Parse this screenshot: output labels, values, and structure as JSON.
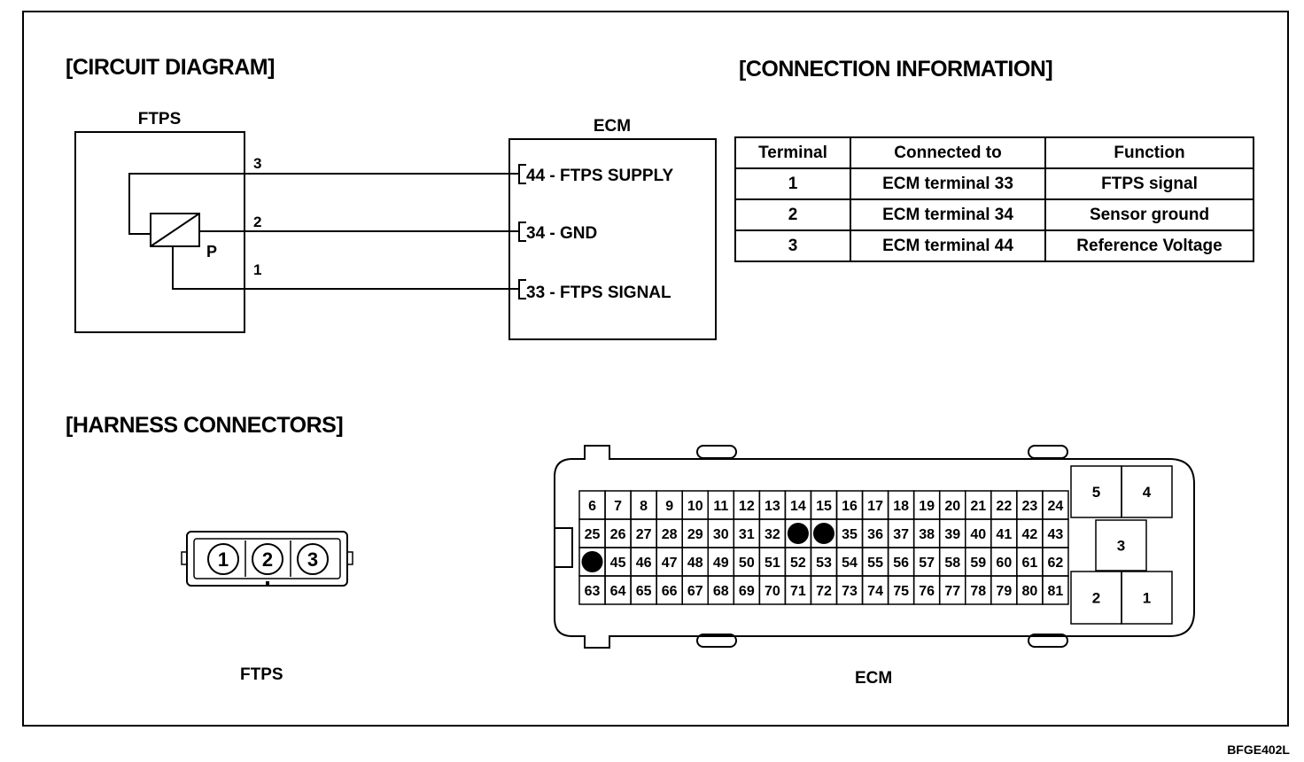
{
  "headings": {
    "circuit": "[CIRCUIT DIAGRAM]",
    "connection": "[CONNECTION INFORMATION]",
    "harness": "[HARNESS CONNECTORS]"
  },
  "circuit": {
    "ftps_label": "FTPS",
    "ecm_label": "ECM",
    "sensor_p": "P",
    "wires": [
      {
        "pin": "3",
        "ecm_text": "44 - FTPS SUPPLY"
      },
      {
        "pin": "2",
        "ecm_text": "34 - GND"
      },
      {
        "pin": "1",
        "ecm_text": "33 - FTPS SIGNAL"
      }
    ]
  },
  "table": {
    "headers": [
      "Terminal",
      "Connected to",
      "Function"
    ],
    "rows": [
      [
        "1",
        "ECM terminal 33",
        "FTPS signal"
      ],
      [
        "2",
        "ECM terminal 34",
        "Sensor ground"
      ],
      [
        "3",
        "ECM terminal 44",
        "Reference Voltage"
      ]
    ]
  },
  "harness": {
    "ftps_pins": [
      "1",
      "2",
      "3"
    ],
    "ftps_label": "FTPS",
    "ecm_label": "ECM",
    "ecm_rows": [
      [
        "6",
        "7",
        "8",
        "9",
        "10",
        "11",
        "12",
        "13",
        "14",
        "15",
        "16",
        "17",
        "18",
        "19",
        "20",
        "21",
        "22",
        "23",
        "24"
      ],
      [
        "25",
        "26",
        "27",
        "28",
        "29",
        "30",
        "31",
        "32",
        "",
        "",
        "35",
        "36",
        "37",
        "38",
        "39",
        "40",
        "41",
        "42",
        "43"
      ],
      [
        "",
        "45",
        "46",
        "47",
        "48",
        "49",
        "50",
        "51",
        "52",
        "53",
        "54",
        "55",
        "56",
        "57",
        "58",
        "59",
        "60",
        "61",
        "62"
      ],
      [
        "63",
        "64",
        "65",
        "66",
        "67",
        "68",
        "69",
        "70",
        "71",
        "72",
        "73",
        "74",
        "75",
        "76",
        "77",
        "78",
        "79",
        "80",
        "81"
      ]
    ],
    "ecm_filled_pins": [
      "33",
      "34",
      "44"
    ],
    "power_pins": [
      "5",
      "4",
      "3",
      "2",
      "1"
    ]
  },
  "figure_code": "BFGE402L"
}
